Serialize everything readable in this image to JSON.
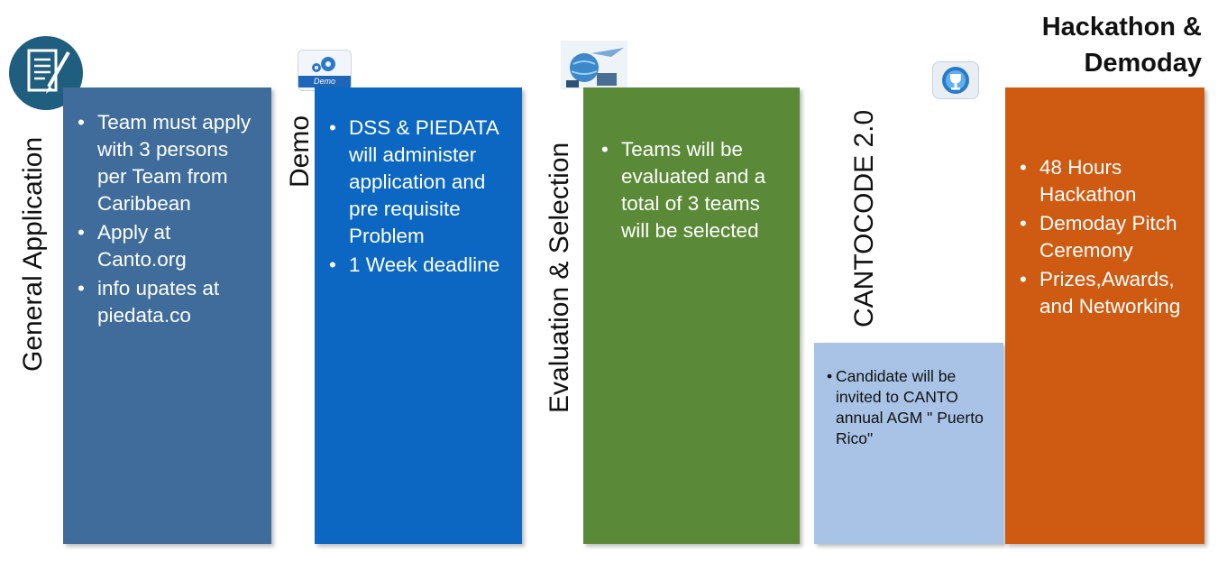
{
  "title": {
    "line1": "Hackathon &",
    "line2": "Demoday"
  },
  "stages": [
    {
      "label": "General Application",
      "icon": "document-pen-icon",
      "color": "#3f6c9a",
      "bullets": [
        "Team must apply with 3 persons per Team from Caribbean",
        "Apply at Canto.org",
        "info upates at piedata.co"
      ]
    },
    {
      "label": "Demo",
      "icon": "demo-gears-icon",
      "color": "#0b67c2",
      "bullets": [
        "DSS & PIEDATA will administer application and pre requisite Problem",
        "1 Week deadline"
      ]
    },
    {
      "label": "Evaluation & Selection",
      "icon": "globe-airplane-icon",
      "color": "#5a8a37",
      "bullets": [
        "Teams will be evaluated and a total of 3 teams will be selected"
      ]
    },
    {
      "label": "CANTOCODE 2.0",
      "icon": "",
      "color": "#a8c3e6",
      "bullets": [
        "Candidate will be invited to CANTO annual AGM \" Puerto Rico\""
      ]
    },
    {
      "label": "",
      "icon": "trophy-icon",
      "color": "#cf5a12",
      "bullets": [
        "48 Hours Hackathon",
        "Demoday Pitch Ceremony",
        "Prizes,Awards, and Networking"
      ]
    }
  ]
}
